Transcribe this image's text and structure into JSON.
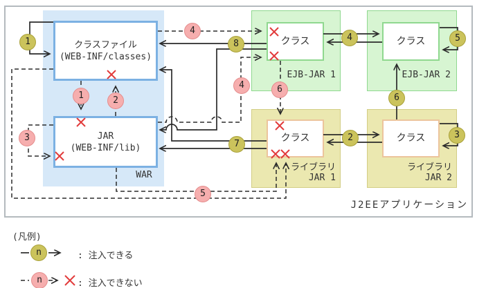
{
  "colors": {
    "line": "#2a2a2a",
    "war_fill": "#d6e8f8",
    "war_box_border": "#7cb1e3",
    "ejb_fill": "#d7f5d2",
    "ejb_border": "#8fd88f",
    "lib_fill": "#ebe8b0",
    "lib_border": "#d2cd84",
    "lib_box_border": "#ecc49c",
    "badge_can": "#cbc35c",
    "badge_can_border": "#a9a139",
    "badge_cannot": "#f6aeae",
    "badge_cannot_border": "#e58d8d",
    "red_x": "#e23b3b",
    "outer_border": "#b4babe",
    "text": "#333333"
  },
  "diagram": {
    "app_label": "J2EEアプリケーション",
    "war": {
      "label": "WAR",
      "classfile_line1": "クラスファイル",
      "classfile_line2": "(WEB-INF/classes)",
      "jar_line1": "JAR",
      "jar_line2": "(WEB-INF/lib)"
    },
    "ejb1": {
      "label": "EJB-JAR 1",
      "class_label": "クラス"
    },
    "ejb2": {
      "label": "EJB-JAR 2",
      "class_label": "クラス"
    },
    "lib1": {
      "label_line1": "ライブラリ",
      "label_line2": "JAR 1",
      "class_label": "クラス"
    },
    "lib2": {
      "label_line1": "ライブラリ",
      "label_line2": "JAR 2",
      "class_label": "クラス"
    },
    "badges": {
      "g1": "1",
      "g8": "8",
      "g4": "4",
      "g5": "5",
      "g2": "2",
      "g3": "3",
      "g6": "6",
      "g7": "7",
      "p1": "1",
      "p2": "2",
      "p3": "3",
      "p4a": "4",
      "p4b": "4",
      "p5": "5",
      "p6": "6"
    }
  },
  "legend": {
    "title": "(凡例)",
    "can_symbol": "n",
    "can_text": ": 注入できる",
    "cannot_symbol": "n",
    "cannot_text": ": 注入できない"
  }
}
